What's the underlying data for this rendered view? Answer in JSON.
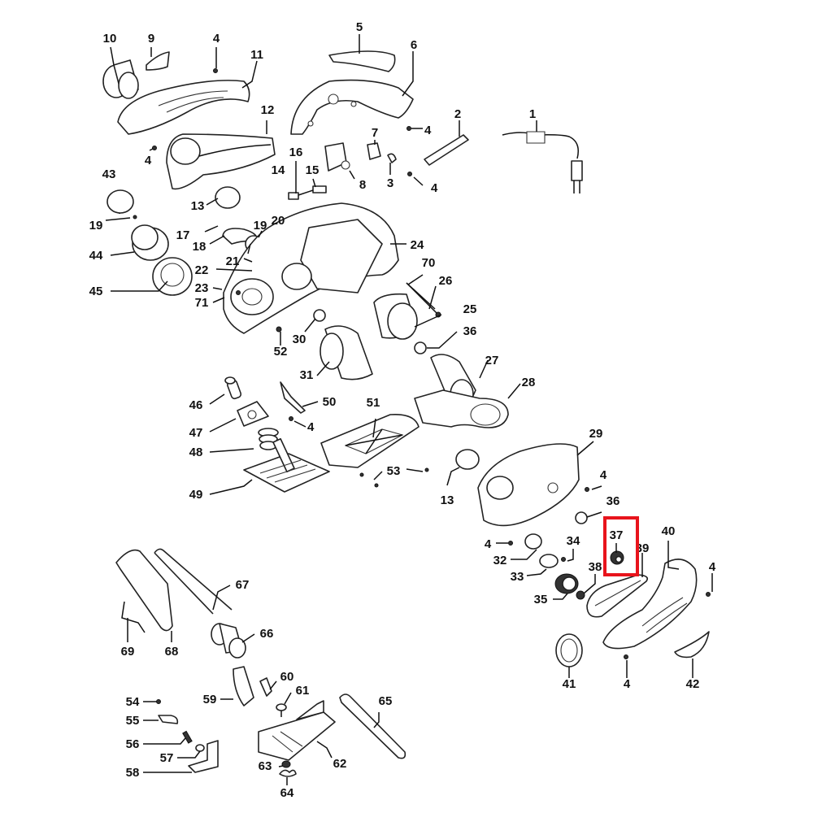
{
  "diagram": {
    "title": "Power planer exploded parts diagram",
    "highlight": {
      "part": "37",
      "color": "#e8141c"
    },
    "callouts": [
      {
        "id": "1",
        "label": "1"
      },
      {
        "id": "2",
        "label": "2"
      },
      {
        "id": "3",
        "label": "3"
      },
      {
        "id": "4a",
        "label": "4"
      },
      {
        "id": "4b",
        "label": "4"
      },
      {
        "id": "4c",
        "label": "4"
      },
      {
        "id": "4d",
        "label": "4"
      },
      {
        "id": "4e",
        "label": "4"
      },
      {
        "id": "4f",
        "label": "4"
      },
      {
        "id": "4g",
        "label": "4"
      },
      {
        "id": "4h",
        "label": "4"
      },
      {
        "id": "4i",
        "label": "4"
      },
      {
        "id": "5",
        "label": "5"
      },
      {
        "id": "6",
        "label": "6"
      },
      {
        "id": "7",
        "label": "7"
      },
      {
        "id": "8",
        "label": "8"
      },
      {
        "id": "9",
        "label": "9"
      },
      {
        "id": "10",
        "label": "10"
      },
      {
        "id": "11",
        "label": "11"
      },
      {
        "id": "12",
        "label": "12"
      },
      {
        "id": "13a",
        "label": "13"
      },
      {
        "id": "13b",
        "label": "13"
      },
      {
        "id": "14",
        "label": "14"
      },
      {
        "id": "15",
        "label": "15"
      },
      {
        "id": "16",
        "label": "16"
      },
      {
        "id": "17",
        "label": "17"
      },
      {
        "id": "18",
        "label": "18"
      },
      {
        "id": "19a",
        "label": "19"
      },
      {
        "id": "19b",
        "label": "19"
      },
      {
        "id": "20",
        "label": "20"
      },
      {
        "id": "21",
        "label": "21"
      },
      {
        "id": "22",
        "label": "22"
      },
      {
        "id": "23",
        "label": "23"
      },
      {
        "id": "24",
        "label": "24"
      },
      {
        "id": "25",
        "label": "25"
      },
      {
        "id": "26",
        "label": "26"
      },
      {
        "id": "27",
        "label": "27"
      },
      {
        "id": "28",
        "label": "28"
      },
      {
        "id": "29",
        "label": "29"
      },
      {
        "id": "30",
        "label": "30"
      },
      {
        "id": "31",
        "label": "31"
      },
      {
        "id": "32",
        "label": "32"
      },
      {
        "id": "33",
        "label": "33"
      },
      {
        "id": "34",
        "label": "34"
      },
      {
        "id": "35",
        "label": "35"
      },
      {
        "id": "36a",
        "label": "36"
      },
      {
        "id": "36b",
        "label": "36"
      },
      {
        "id": "37",
        "label": "37"
      },
      {
        "id": "38",
        "label": "38"
      },
      {
        "id": "39",
        "label": "39"
      },
      {
        "id": "40",
        "label": "40"
      },
      {
        "id": "41",
        "label": "41"
      },
      {
        "id": "42",
        "label": "42"
      },
      {
        "id": "43",
        "label": "43"
      },
      {
        "id": "44",
        "label": "44"
      },
      {
        "id": "45",
        "label": "45"
      },
      {
        "id": "46",
        "label": "46"
      },
      {
        "id": "47",
        "label": "47"
      },
      {
        "id": "48",
        "label": "48"
      },
      {
        "id": "49",
        "label": "49"
      },
      {
        "id": "50",
        "label": "50"
      },
      {
        "id": "51",
        "label": "51"
      },
      {
        "id": "52",
        "label": "52"
      },
      {
        "id": "53",
        "label": "53"
      },
      {
        "id": "54",
        "label": "54"
      },
      {
        "id": "55",
        "label": "55"
      },
      {
        "id": "56",
        "label": "56"
      },
      {
        "id": "57",
        "label": "57"
      },
      {
        "id": "58",
        "label": "58"
      },
      {
        "id": "59",
        "label": "59"
      },
      {
        "id": "60",
        "label": "60"
      },
      {
        "id": "61",
        "label": "61"
      },
      {
        "id": "62",
        "label": "62"
      },
      {
        "id": "63",
        "label": "63"
      },
      {
        "id": "64",
        "label": "64"
      },
      {
        "id": "65",
        "label": "65"
      },
      {
        "id": "66",
        "label": "66"
      },
      {
        "id": "67",
        "label": "67"
      },
      {
        "id": "68",
        "label": "68"
      },
      {
        "id": "69",
        "label": "69"
      },
      {
        "id": "70",
        "label": "70"
      },
      {
        "id": "71",
        "label": "71"
      }
    ]
  }
}
